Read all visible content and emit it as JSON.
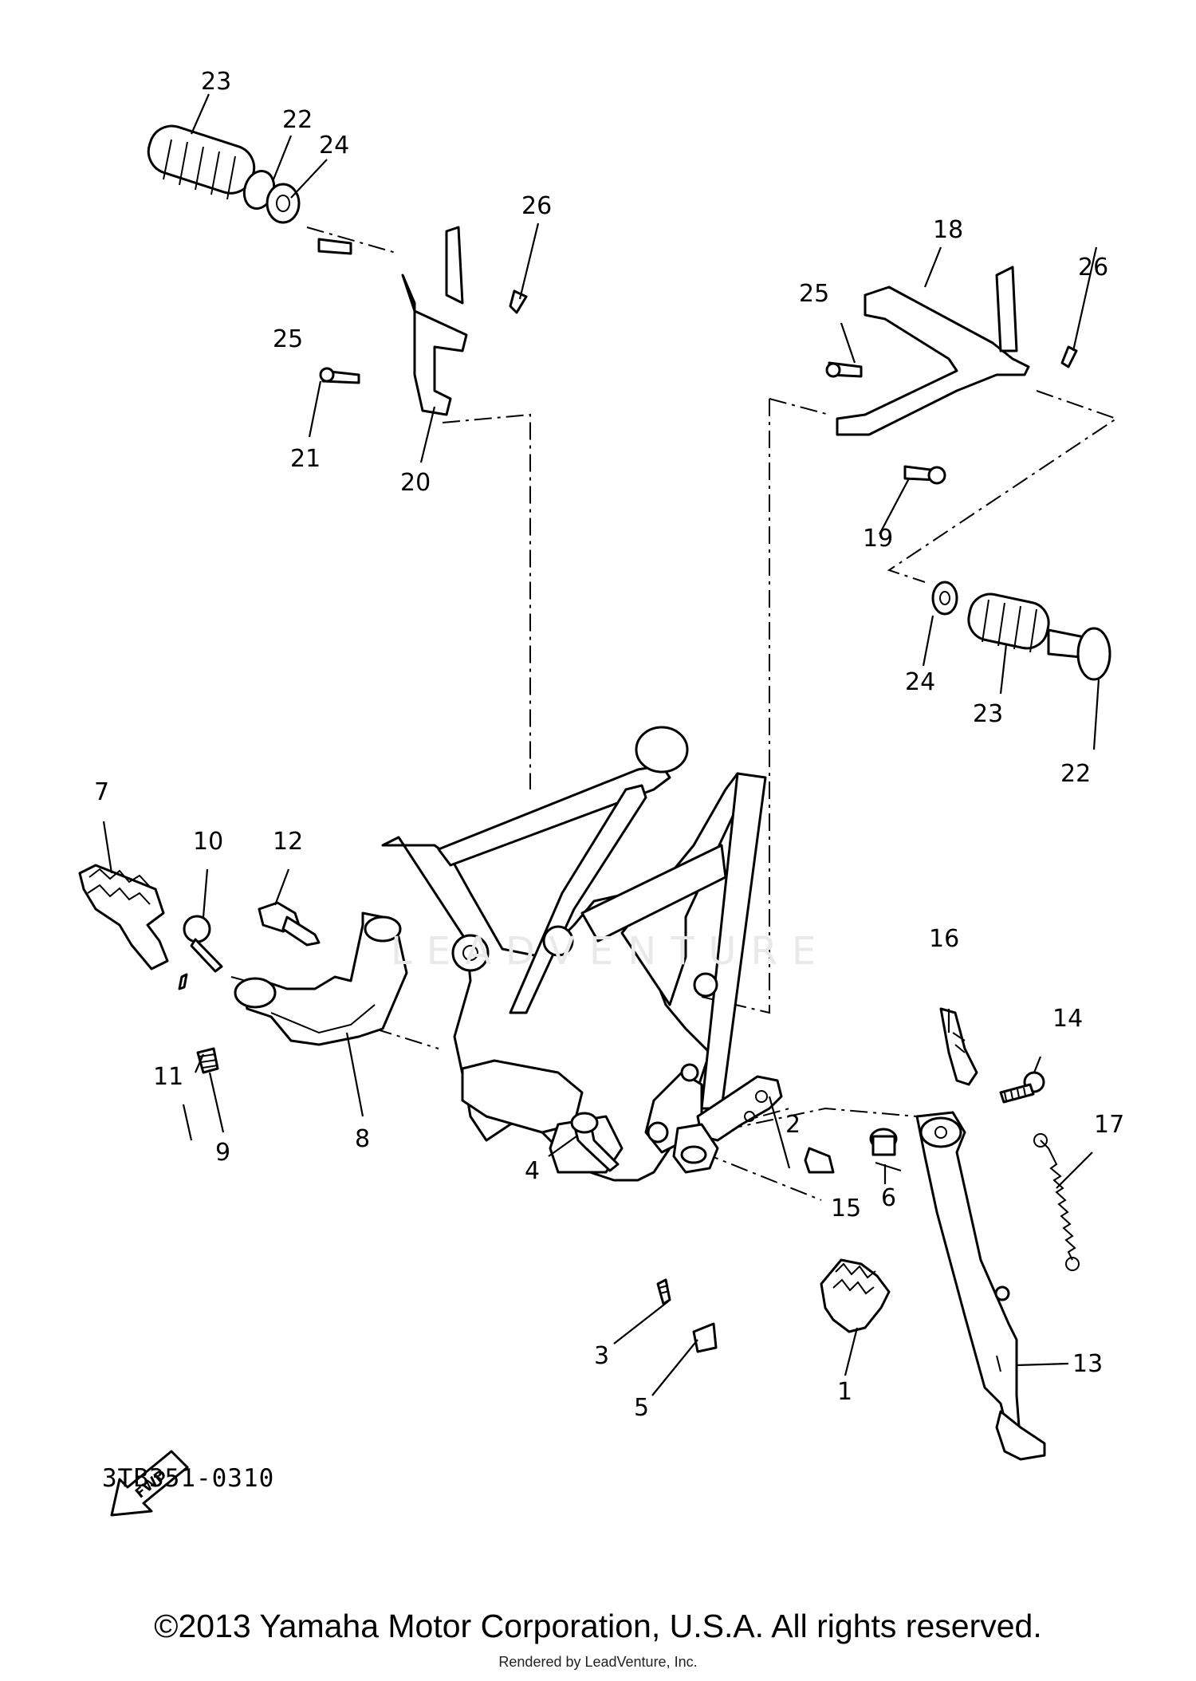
{
  "diagram": {
    "code": "3TB351-0310",
    "fwd_label": "FWD",
    "watermark": "LEADVENTURE",
    "copyright": "©2013 Yamaha Motor Corporation, U.S.A. All rights reserved.",
    "rendered_by": "Rendered by LeadVenture, Inc.",
    "callouts": [
      "1",
      "2",
      "3",
      "4",
      "5",
      "6",
      "7",
      "8",
      "9",
      "10",
      "11",
      "12",
      "13",
      "14",
      "15",
      "16",
      "17",
      "18",
      "19",
      "20",
      "21",
      "22",
      "23",
      "24",
      "25",
      "26",
      "22",
      "23",
      "24",
      "25",
      "26"
    ]
  }
}
